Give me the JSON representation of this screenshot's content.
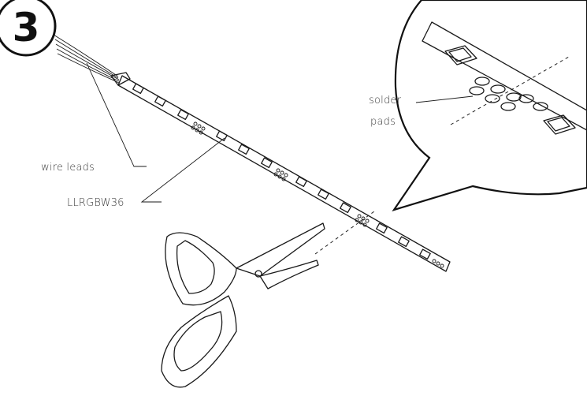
{
  "step": {
    "number": "3"
  },
  "labels": {
    "wire_leads": "wire leads",
    "model": "LLRGBW36",
    "solder_line1": "solder",
    "solder_line2": "pads"
  }
}
